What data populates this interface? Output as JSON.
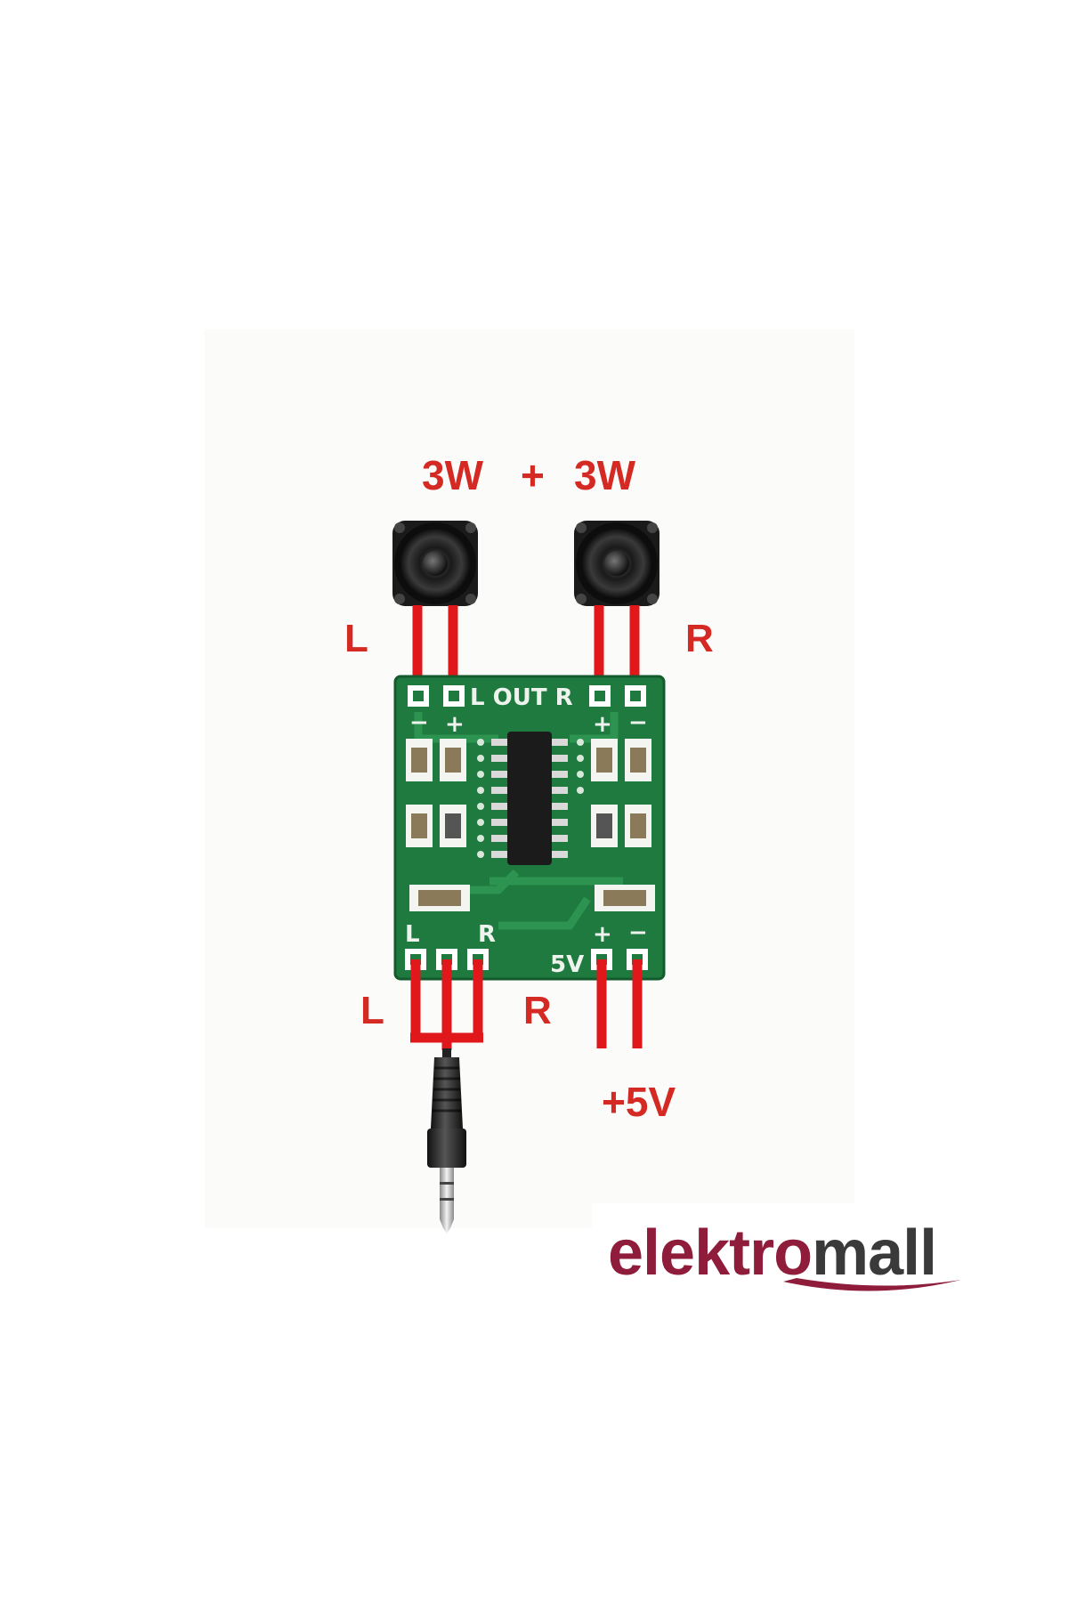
{
  "labels": {
    "power_left": "3W",
    "power_plus": "+",
    "power_right": "3W",
    "out_left": "L",
    "out_right": "R",
    "in_left": "L",
    "in_right": "R",
    "supply": "+5V"
  },
  "board": {
    "out_silk": "L OUT R",
    "in_silk_left": "L",
    "in_silk_right": "R",
    "supply_silk": "5V",
    "plus_sign": "+",
    "minus_sign": "−"
  },
  "brand": {
    "part1": "elektro",
    "part2": "mall"
  },
  "colors": {
    "label_red": "#d42a23",
    "wire_red": "#e0181b",
    "pcb_green": "#1f7a3f",
    "brand_maroon": "#8e1c3a",
    "brand_gray": "#3a3a3a"
  },
  "icons": {
    "speaker_left": "speaker-icon",
    "speaker_right": "speaker-icon",
    "audio_jack": "audio-jack-icon",
    "amplifier_board": "pcb-board-icon"
  }
}
